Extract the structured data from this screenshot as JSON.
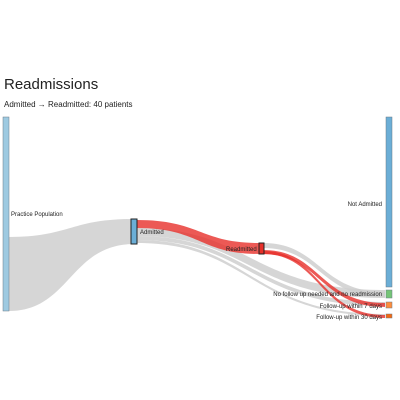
{
  "title": "Readmissions",
  "subtitle": "Admitted → Readmitted: 40 patients",
  "colors": {
    "node_population": "#9ecae1",
    "node_admitted": "#6baed6",
    "node_readmitted": "#e7302a",
    "node_not_admitted": "#6baed6",
    "node_no_follow_up": "#74c476",
    "node_follow_up_7": "#fd8d3c",
    "node_follow_up_30": "#f16913",
    "link_default": "#cfcfcf",
    "link_highlight": "#e7302a"
  },
  "nodes": {
    "population": {
      "label": "Practice Population",
      "icon": "vertical-bar"
    },
    "admitted": {
      "label": "Admitted",
      "icon": "vertical-bar"
    },
    "readmitted": {
      "label": "Readmitted",
      "icon": "vertical-bar"
    },
    "not_admitted": {
      "label": "Not Admitted",
      "icon": "vertical-bar"
    },
    "no_follow_up": {
      "label": "No follow up needed and no readmission",
      "icon": "small-box"
    },
    "follow_up_7": {
      "label": "Follow-up within 7 days",
      "icon": "small-box"
    },
    "follow_up_30": {
      "label": "Follow-up within 30 days",
      "icon": "small-box"
    }
  },
  "highlight": {
    "source": "Admitted",
    "target": "Readmitted",
    "patients": 40
  }
}
